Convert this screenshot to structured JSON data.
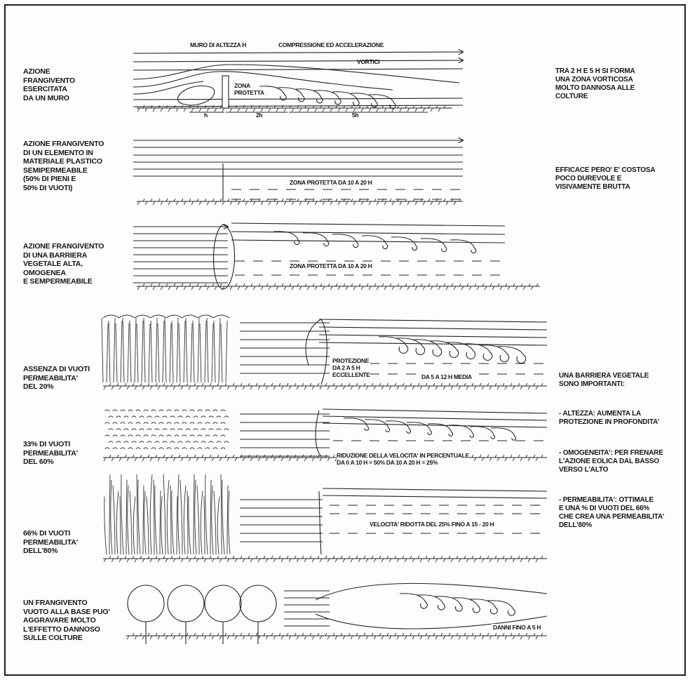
{
  "rows": [
    {
      "label": "AZIONE\nFRANGIVENTO\nESERCITATA\nDA UN MURO"
    },
    {
      "label": "AZIONE FRANGIVENTO\nDI UN ELEMENTO IN\nMATERIALE PLASTICO\nSEMIPERMEABILE\n(50% DI PIENI E\n50% DI VUOTI)"
    },
    {
      "label": "AZIONE FRANGIVENTO\nDI UNA BARRIERA\nVEGETALE ALTA,\nOMOGENEA\nE SEMPERMEABILE"
    },
    {
      "label": "ASSENZA DI VUOTI\nPERMEABILITA'\nDEL 20%"
    },
    {
      "label": "33% DI VUOTI\nPERMEABILITA'\nDEL 60%"
    },
    {
      "label": "66% DI VUOTI\nPERMEABILITA'\nDELL'80%"
    },
    {
      "label": "UN FRANGIVENTO\nVUOTO ALLA BASE PUO'\nAGGRAVARE MOLTO\nL'EFFETTO DANNOSO\nSULLE COLTURE"
    }
  ],
  "annotations": {
    "muro_altezza": "MURO DI ALTEZZA H",
    "compressione": "COMPRESSIONE ED ACCELERAZIONE",
    "vortici": "VORTICI",
    "zona_protetta": "ZONA\nPROTETTA",
    "dim_h": "h",
    "dim_2h": "2h",
    "dim_5h": "5h",
    "zona_10_20_a": "ZONA PROTETTA DA 10 A 20 H",
    "zona_10_20_b": "ZONA PROTETTA DA 10 A 20 H",
    "protezione": "PROTEZIONE\nDA 2 A 5 H\nECCELLENTE",
    "media": "DA 5 A 12 H MEDIA",
    "riduzione": "RIDUZIONE DELLA VELOCITA' IN PERCENTUALE\nDA 0 A 10 H = 50%      DA 10 A 20 H = 25%",
    "velocita": "VELOCITA' RIDOTTA DEL 25% FINO A 15 - 20 H",
    "danni": "DANNI FINO A 5 H"
  },
  "notes": {
    "muro": "TRA 2 H E 5 H SI FORMA\nUNA ZONA VORTICOSA\nMOLTO DANNOSA ALLE\nCOLTURE",
    "plastico": "EFFICACE PERO' E' COSTOSA\nPOCO DUREVOLE E\nVISIVAMENTE BRUTTA",
    "barriera": "UNA BARRIERA VEGETALE\nSONO IMPORTANTI:",
    "altezza": "- ALTEZZA: AUMENTA LA\nPROTEZIONE IN PROFONDITA'",
    "omogeneita": "- OMOGENEITA': PER FRENARE\nL'AZIONE EOLICA DAL BASSO\nVERSO L'ALTO",
    "permeabilita": "- PERMEABILITA': OTTIMALE\nE UNA % DI VUOTI DEL 66%\nCHE CREA UNA PERMEABILITA'\nDELL'80%"
  }
}
